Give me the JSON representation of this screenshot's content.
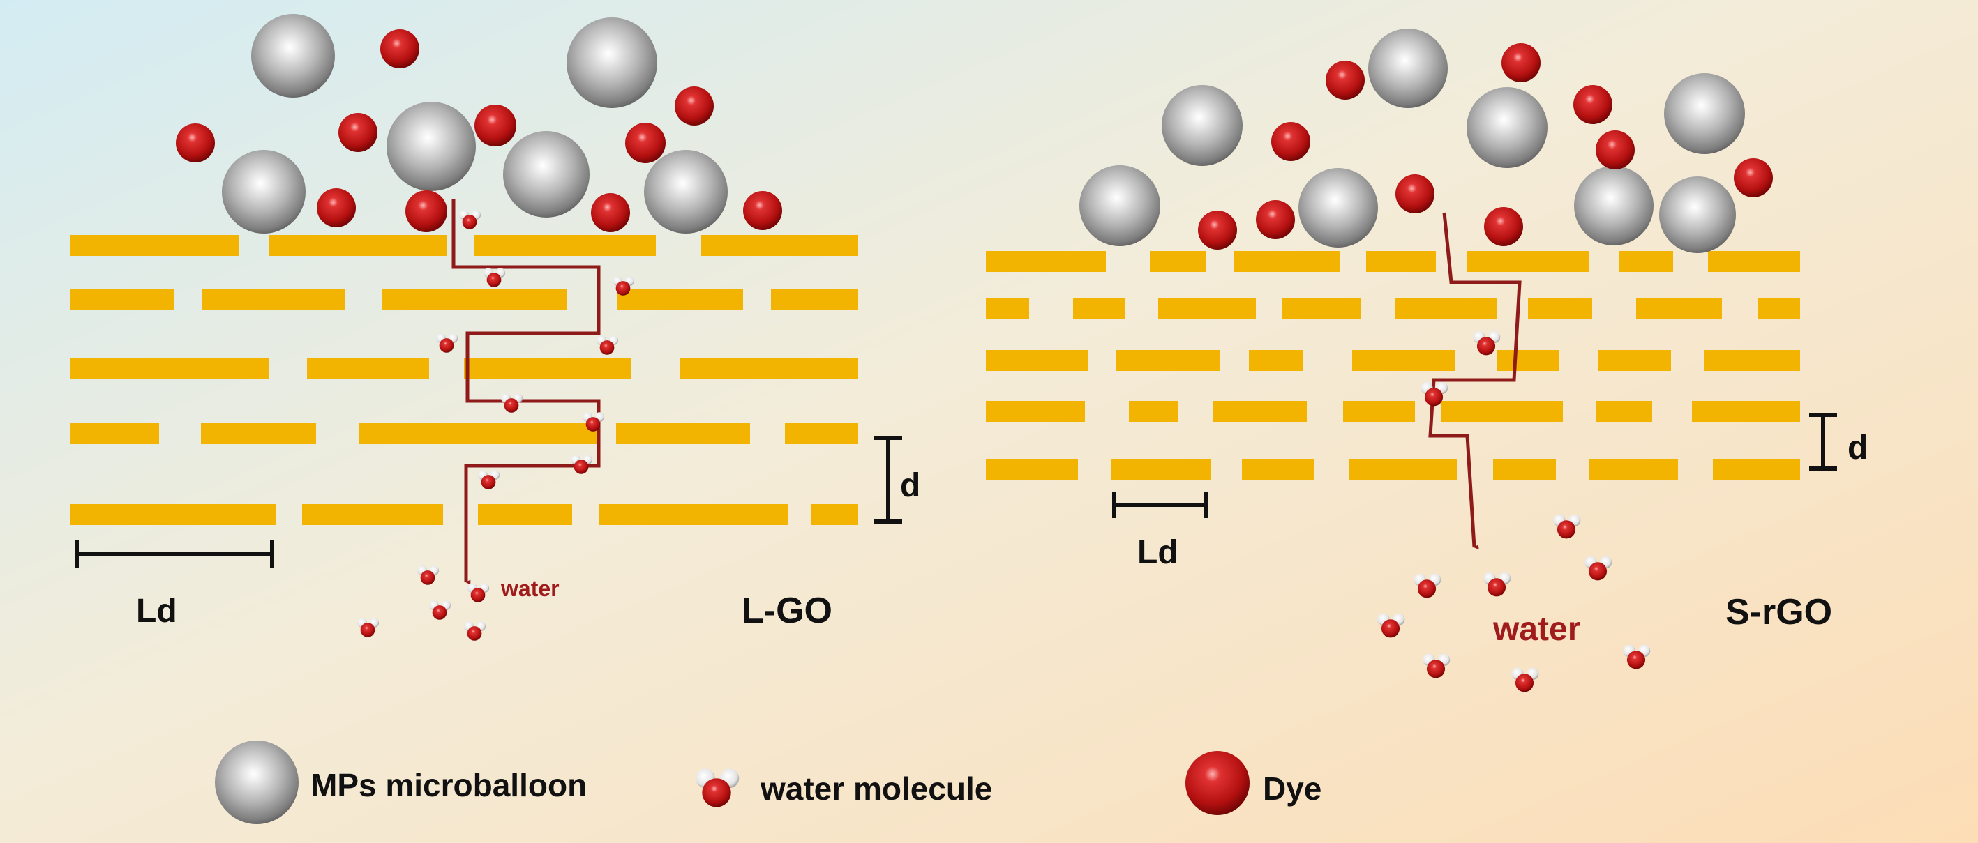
{
  "panels": [
    {
      "id": "l-go",
      "title": "L-GO",
      "spacing_label": "d",
      "length_label": "Ld",
      "water_label": "water",
      "layers": [
        [
          [
            100,
            343
          ],
          [
            385,
            640
          ],
          [
            680,
            940
          ],
          [
            1005,
            1230
          ]
        ],
        [
          [
            100,
            250
          ],
          [
            290,
            495
          ],
          [
            548,
            812
          ],
          [
            885,
            1065
          ],
          [
            1105,
            1230
          ]
        ],
        [
          [
            100,
            385
          ],
          [
            440,
            615
          ],
          [
            665,
            905
          ],
          [
            975,
            1230
          ]
        ],
        [
          [
            100,
            228
          ],
          [
            288,
            453
          ],
          [
            515,
            855
          ],
          [
            883,
            1075
          ],
          [
            1125,
            1230
          ]
        ],
        [
          [
            100,
            395
          ],
          [
            433,
            635
          ],
          [
            685,
            820
          ],
          [
            858,
            1130
          ],
          [
            1163,
            1230
          ]
        ]
      ],
      "path": [
        [
          650,
          285
        ],
        [
          650,
          383
        ],
        [
          858,
          383
        ],
        [
          858,
          478
        ],
        [
          670,
          478
        ],
        [
          670,
          575
        ],
        [
          858,
          575
        ],
        [
          858,
          668
        ],
        [
          668,
          668
        ],
        [
          668,
          835
        ]
      ],
      "microballoons": [
        [
          420,
          80,
          60
        ],
        [
          877,
          90,
          65
        ],
        [
          618,
          210,
          64
        ],
        [
          378,
          275,
          60
        ],
        [
          783,
          250,
          62
        ],
        [
          983,
          275,
          60
        ]
      ],
      "dyes": [
        [
          573,
          70,
          28
        ],
        [
          995,
          152,
          28
        ],
        [
          280,
          205,
          28
        ],
        [
          513,
          190,
          28
        ],
        [
          710,
          180,
          30
        ],
        [
          925,
          205,
          29
        ],
        [
          482,
          298,
          28
        ],
        [
          611,
          303,
          30
        ],
        [
          875,
          305,
          28
        ],
        [
          1093,
          302,
          28
        ]
      ],
      "waters": [
        [
          673,
          315
        ],
        [
          708,
          398
        ],
        [
          893,
          410
        ],
        [
          640,
          492
        ],
        [
          870,
          495
        ],
        [
          733,
          578
        ],
        [
          850,
          605
        ],
        [
          833,
          666
        ],
        [
          700,
          688
        ],
        [
          613,
          825
        ],
        [
          685,
          850
        ],
        [
          630,
          875
        ],
        [
          527,
          900
        ],
        [
          680,
          905
        ]
      ]
    },
    {
      "id": "s-rgo",
      "title": "S-rGO",
      "spacing_label": "d",
      "length_label": "Ld",
      "water_label": "water",
      "layers": [
        [
          [
            1413,
            1585
          ],
          [
            1648,
            1728
          ],
          [
            1768,
            1920
          ],
          [
            1958,
            2058
          ],
          [
            2103,
            2278
          ],
          [
            2320,
            2398
          ],
          [
            2448,
            2580
          ]
        ],
        [
          [
            1413,
            1475
          ],
          [
            1538,
            1613
          ],
          [
            1660,
            1800
          ],
          [
            1838,
            1950
          ],
          [
            2000,
            2145
          ],
          [
            2190,
            2282
          ],
          [
            2345,
            2468
          ],
          [
            2520,
            2580
          ]
        ],
        [
          [
            1413,
            1560
          ],
          [
            1600,
            1748
          ],
          [
            1790,
            1868
          ],
          [
            1938,
            2085
          ],
          [
            2145,
            2235
          ],
          [
            2290,
            2395
          ],
          [
            2443,
            2580
          ]
        ],
        [
          [
            1413,
            1555
          ],
          [
            1618,
            1688
          ],
          [
            1738,
            1873
          ],
          [
            1925,
            2028
          ],
          [
            2065,
            2240
          ],
          [
            2288,
            2368
          ],
          [
            2425,
            2580
          ]
        ],
        [
          [
            1413,
            1545
          ],
          [
            1593,
            1735
          ],
          [
            1780,
            1883
          ],
          [
            1933,
            2088
          ],
          [
            2140,
            2230
          ],
          [
            2278,
            2405
          ],
          [
            2455,
            2580
          ]
        ]
      ],
      "path": [
        [
          2070,
          305
        ],
        [
          2080,
          405
        ],
        [
          2178,
          405
        ],
        [
          2170,
          545
        ],
        [
          2055,
          545
        ],
        [
          2050,
          625
        ],
        [
          2103,
          625
        ],
        [
          2113,
          785
        ]
      ],
      "microballoons": [
        [
          2018,
          98,
          57
        ],
        [
          1723,
          180,
          58
        ],
        [
          2443,
          163,
          58
        ],
        [
          2160,
          183,
          58
        ],
        [
          1605,
          295,
          58
        ],
        [
          1918,
          298,
          57
        ],
        [
          2313,
          295,
          57
        ],
        [
          2433,
          308,
          55
        ]
      ],
      "dyes": [
        [
          2180,
          90,
          28
        ],
        [
          1928,
          115,
          28
        ],
        [
          1850,
          203,
          28
        ],
        [
          2283,
          150,
          28
        ],
        [
          2315,
          215,
          28
        ],
        [
          2513,
          255,
          28
        ],
        [
          2028,
          278,
          28
        ],
        [
          1745,
          330,
          28
        ],
        [
          1828,
          315,
          28
        ],
        [
          2155,
          325,
          28
        ]
      ],
      "waters": [
        [
          2130,
          492
        ],
        [
          2055,
          565
        ],
        [
          2245,
          755
        ],
        [
          2045,
          840
        ],
        [
          2145,
          838
        ],
        [
          2290,
          815
        ],
        [
          1993,
          897
        ],
        [
          2345,
          942
        ],
        [
          2058,
          955
        ],
        [
          2185,
          975
        ]
      ]
    }
  ],
  "legend": {
    "microballoon_label": "MPs microballoon",
    "water_label": "water molecule",
    "dye_label": "Dye"
  },
  "colors": {
    "sheet": "#F2B400",
    "path": "#8E1A1A",
    "dye": "#C81818",
    "microballoon": "#B8B8B8",
    "bg_left": "#D6ECF2",
    "bg_right": "#FBE3C4"
  }
}
